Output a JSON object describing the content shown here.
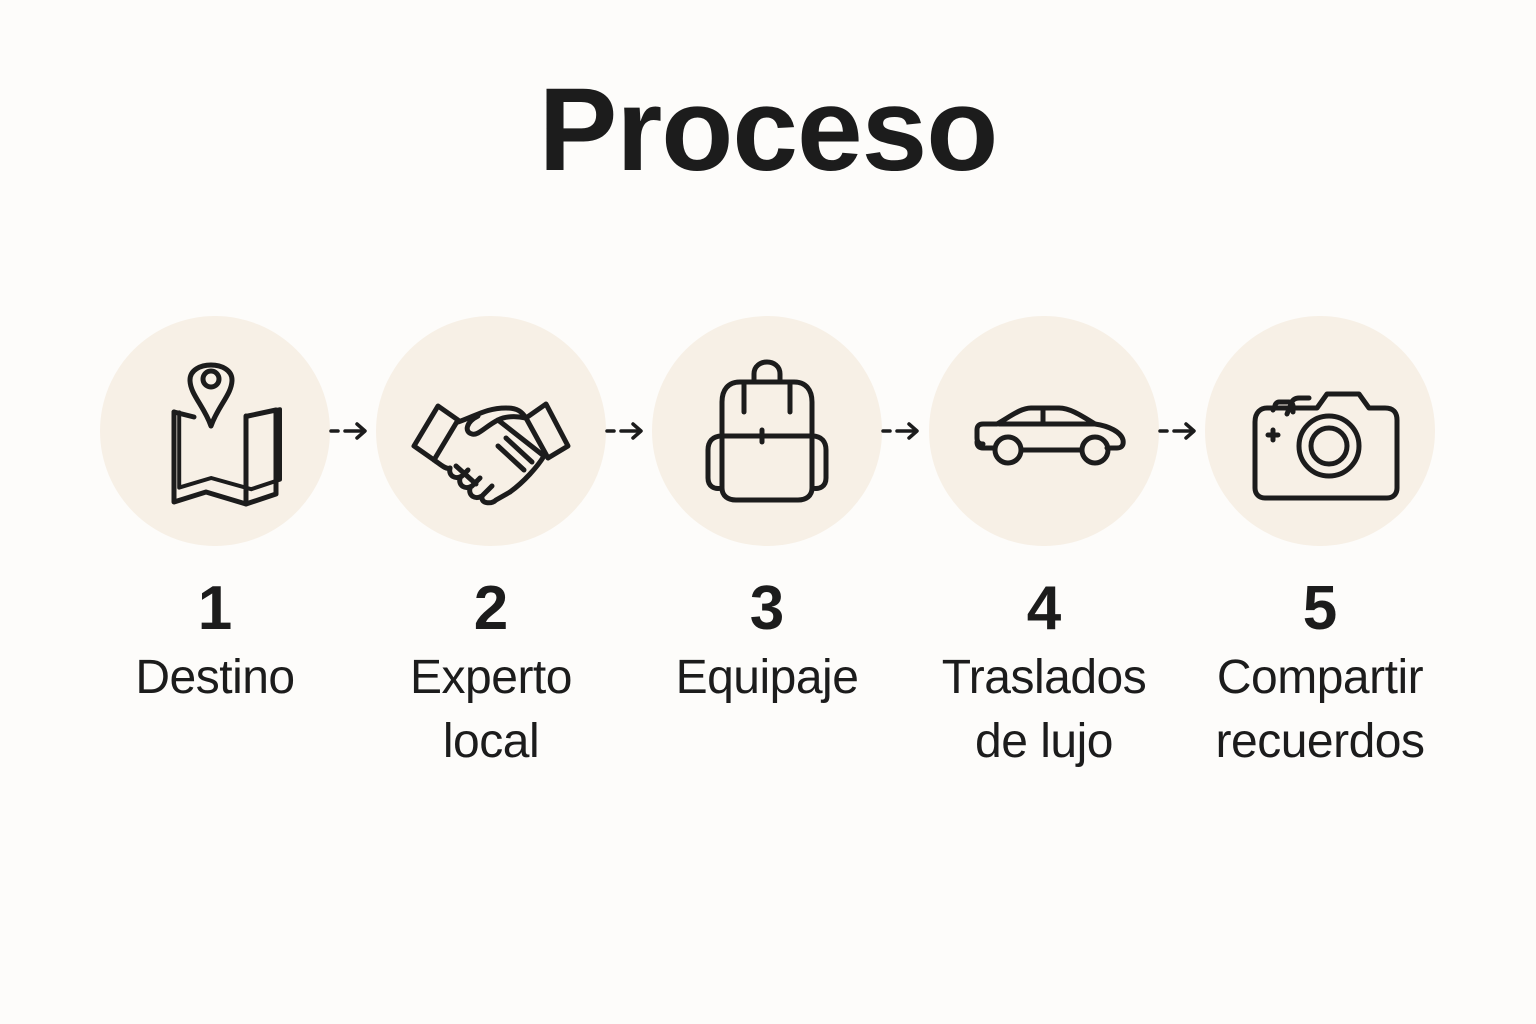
{
  "title": "Proceso",
  "colors": {
    "background": "#fdfcfa",
    "circle": "#f7f0e6",
    "ink": "#1c1c1c"
  },
  "steps": [
    {
      "number": "1",
      "label_lines": [
        "Destino"
      ],
      "icon": "map-pin-icon"
    },
    {
      "number": "2",
      "label_lines": [
        "Experto",
        "local"
      ],
      "icon": "handshake-icon"
    },
    {
      "number": "3",
      "label_lines": [
        "Equipaje"
      ],
      "icon": "backpack-icon"
    },
    {
      "number": "4",
      "label_lines": [
        "Traslados",
        "de lujo"
      ],
      "icon": "car-icon"
    },
    {
      "number": "5",
      "label_lines": [
        "Compartir",
        "recuerdos"
      ],
      "icon": "camera-icon"
    }
  ],
  "connectors": [
    "dashed-arrow",
    "dashed-arrow",
    "dashed-arrow",
    "dashed-arrow"
  ]
}
